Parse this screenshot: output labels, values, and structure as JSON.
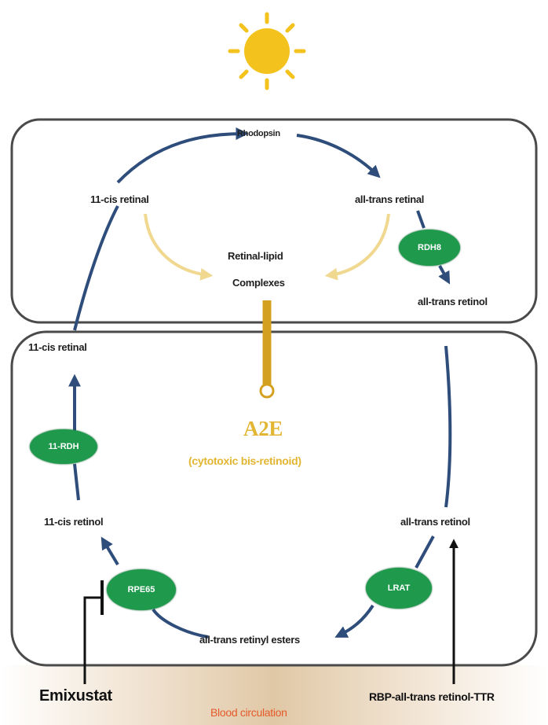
{
  "sun": {
    "icon": "sun-icon",
    "color": "#f4c21c"
  },
  "photoreceptor": {
    "rhodopsin": "Rhodopsin",
    "cis_retinal": "11-cis retinal",
    "trans_retinal": "all-trans retinal",
    "complex_line1": "Retinal-lipid",
    "complex_line2": "Complexes",
    "enzyme_rdh": "RDH8",
    "trans_retinol": "all-trans retinol"
  },
  "rpe": {
    "cis_retinal": "11-cis retinal",
    "enzyme_rdh5": "11-RDH",
    "cis_retinol": "11-cis retinol",
    "enzyme_rpe65": "RPE65",
    "esters": "all-trans retinyl esters",
    "enzyme_lrat": "LRAT",
    "trans_retinol": "all-trans retinol"
  },
  "a2e": {
    "title": "A2E",
    "subtitle": "(cytotoxic bis-retinoid)",
    "color": "#e2b632"
  },
  "inhibitor": "Emixustat",
  "input": "RBP-all-trans retinol-TTR",
  "blood": {
    "label": "Blood circulation",
    "color": "#e45a2a"
  },
  "colors": {
    "cycle": "#2e4d7b",
    "enzyme": "#1f9a4d",
    "complex_arrow": "#f0d890",
    "a2e_arrow": "#d4a020"
  }
}
